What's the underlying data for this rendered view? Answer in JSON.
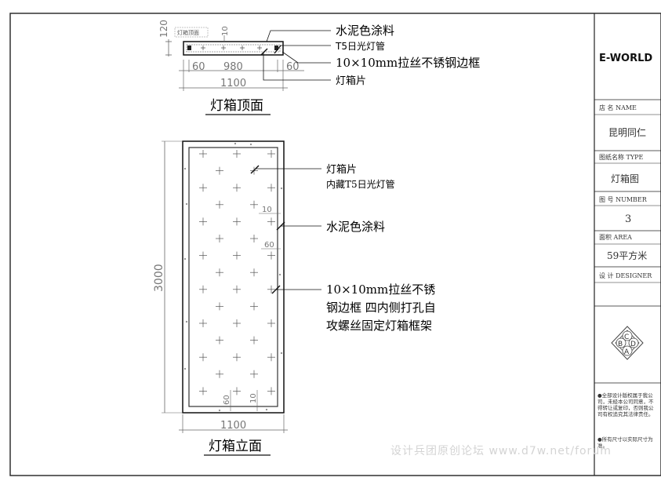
{
  "top_view": {
    "side_label": "灯箱顶面",
    "dims": {
      "height": "120",
      "left": "60",
      "center": "980",
      "right": "60",
      "total": "1100",
      "gap": "10"
    },
    "callouts": [
      "水泥色涂料",
      "T5日光灯管",
      "10×10mm拉丝不锈钢边框",
      "灯箱片"
    ],
    "title": "灯箱顶面"
  },
  "front_view": {
    "dims": {
      "height": "3000",
      "width": "1100",
      "side_gap": "10",
      "side_inner": "60",
      "bottom_a": "60",
      "bottom_b": "10"
    },
    "callouts": {
      "film_line1": "灯箱片",
      "film_line2": "内藏T5日光灯管",
      "paint": "水泥色涂料",
      "frame_line1": "10×10mm拉丝不锈",
      "frame_line2": "钢边框 四内侧打孔自",
      "frame_line3": "攻螺丝固定灯箱框架"
    },
    "title": "灯箱立面"
  },
  "title_block": {
    "company": "E-WORLD",
    "shop_label": "店 名 NAME",
    "shop_value": "昆明同仁",
    "type_label": "图纸名称 TYPE",
    "type_value": "灯箱图",
    "number_label": "图 号 NUMBER",
    "number_value": "3",
    "area_label": "面积 AREA",
    "area_value": "59平方米",
    "designer_label": "设 计 DESIGNER",
    "logo_letters": [
      "C",
      "B",
      "D",
      "A"
    ],
    "note1": "●全部设计版权属于我公司，未经本公司同意，不得转让或复印，否则我公司有权追究其法律责任。",
    "note2": "●所有尺寸以实际尺寸为准。"
  },
  "watermark": "设计兵团原创论坛 www.d7w.net/forum"
}
